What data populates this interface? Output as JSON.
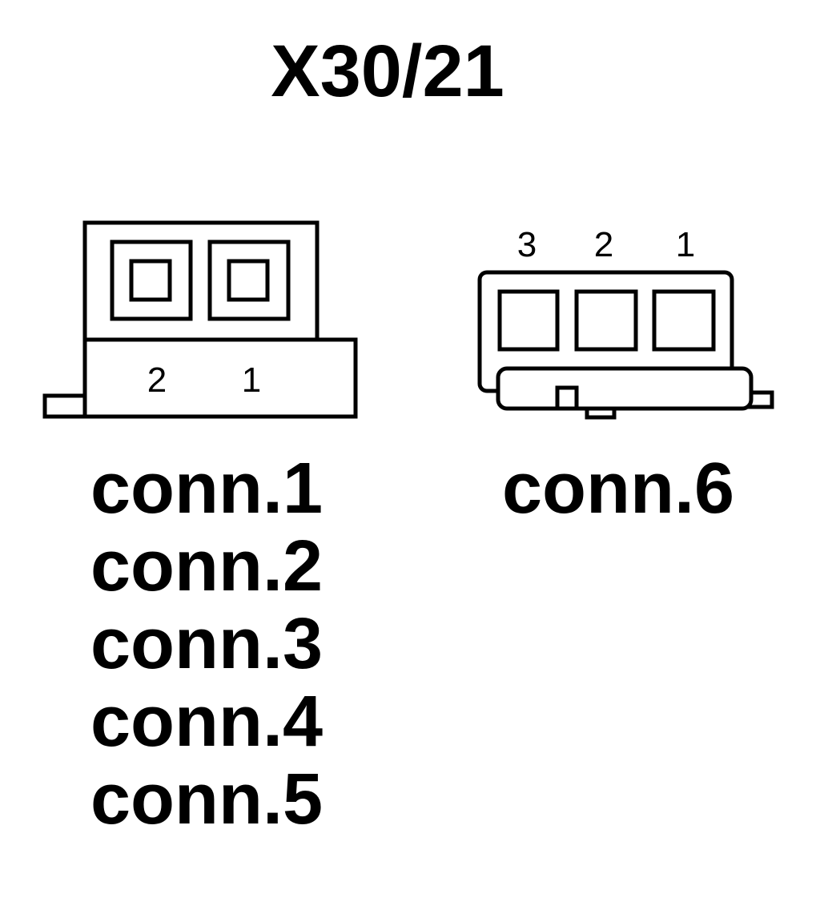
{
  "title": "X30/21",
  "connector_left": {
    "pin_labels": [
      "2",
      "1"
    ],
    "conn_labels": [
      "conn.1",
      "conn.2",
      "conn.3",
      "conn.4",
      "conn.5"
    ]
  },
  "connector_right": {
    "pin_labels": [
      "3",
      "2",
      "1"
    ],
    "conn_labels": [
      "conn.6"
    ]
  },
  "colors": {
    "line": "#000000",
    "background": "#ffffff"
  }
}
